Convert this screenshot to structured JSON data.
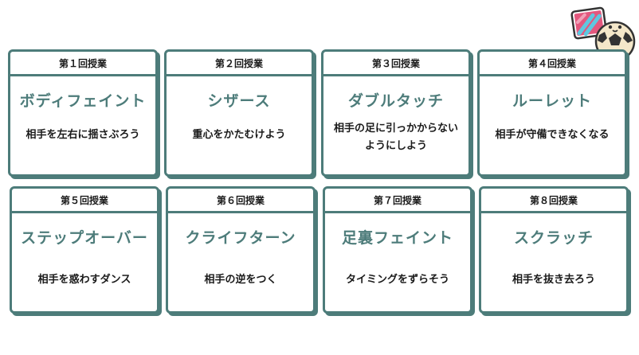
{
  "colors": {
    "accent": "#4d7c7a",
    "text": "#1a1a1a",
    "background": "#ffffff"
  },
  "logo": {
    "icon": "soccer-ball-logo"
  },
  "lessons": [
    {
      "head": "第１回授業",
      "title": "ボディフェイント",
      "desc": "相手を左右に揺さぶろう"
    },
    {
      "head": "第２回授業",
      "title": "シザース",
      "desc": "重心をかたむけよう"
    },
    {
      "head": "第３回授業",
      "title": "ダブルタッチ",
      "desc": "相手の足に引っかからないようにしよう"
    },
    {
      "head": "第４回授業",
      "title": "ルーレット",
      "desc": "相手が守備できなくなる"
    },
    {
      "head": "第５回授業",
      "title": "ステップオーバー",
      "desc": "相手を惑わすダンス"
    },
    {
      "head": "第６回授業",
      "title": "クライフターン",
      "desc": "相手の逆をつく"
    },
    {
      "head": "第７回授業",
      "title": "足裏フェイント",
      "desc": "タイミングをずらそう"
    },
    {
      "head": "第８回授業",
      "title": "スクラッチ",
      "desc": "相手を抜き去ろう"
    }
  ]
}
